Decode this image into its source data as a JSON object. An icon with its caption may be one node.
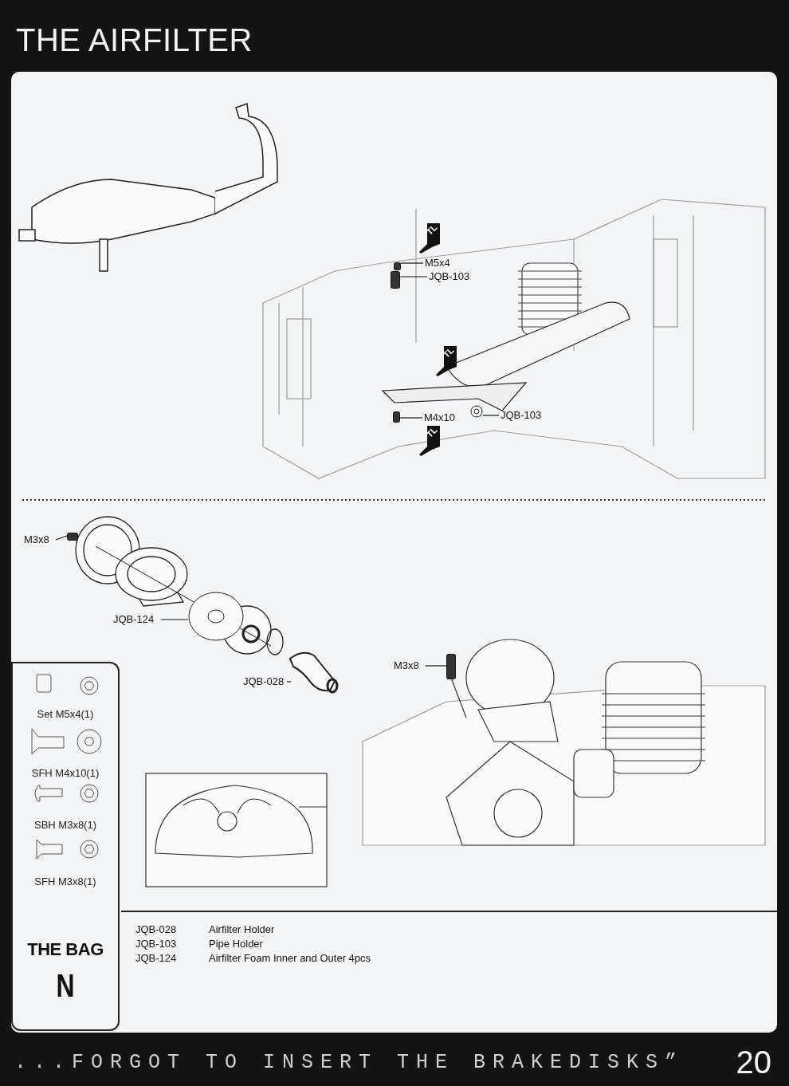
{
  "diagram": {
    "title": "THE AIRFILTER",
    "nodes": [
      {
        "text": [
          "M5x4"
        ]
      },
      {
        "text": [
          "JQB-103"
        ]
      },
      {
        "text": [
          "M4x10"
        ]
      },
      {
        "text": [
          "JQB-103"
        ]
      },
      {
        "text": [
          "M3x8"
        ]
      },
      {
        "text": [
          "JQB-124"
        ]
      },
      {
        "text": [
          "JQB-028"
        ]
      },
      {
        "text": [
          "M3x8"
        ]
      },
      {
        "text": [],
        "shape": "box"
      },
      {
        "text": [],
        "shape": "box"
      },
      {
        "text": [],
        "shape": "box"
      },
      {
        "text": [],
        "shape": "circle"
      },
      {
        "text": [],
        "shape": "box"
      },
      {
        "text": [],
        "shape": "picture"
      },
      {
        "text": [],
        "shape": "picture"
      },
      {
        "text": [],
        "shape": "box"
      },
      {
        "text": [
          "THE BAG",
          "N"
        ]
      }
    ],
    "edges": [
      {
        "from": 0,
        "to": 8,
        "arrow": "none"
      },
      {
        "from": 1,
        "to": 9,
        "arrow": "none"
      },
      {
        "from": 2,
        "to": 10,
        "arrow": "none"
      },
      {
        "from": 3,
        "to": 11,
        "arrow": "none"
      },
      {
        "from": 4,
        "to": 12,
        "arrow": "none"
      },
      {
        "from": 5,
        "to": 13,
        "arrow": "none"
      },
      {
        "from": 6,
        "to": 14,
        "arrow": "none"
      },
      {
        "from": 7,
        "to": 15,
        "arrow": "none"
      }
    ],
    "labels": [
      "Set M5x4(1)",
      "SFH M4x10(1)",
      "SBH M3x8(1)",
      "SFH M3x8(1)",
      "JQB-028",
      "Airfilter Holder",
      "JQB-103",
      "Pipe Holder",
      "JQB-124",
      "Airfilter Foam Inner and Outer 4pcs",
      "...FORGOT TO INSERT THE BRAKEDISKS”",
      "20",
      "TL",
      "TL",
      "TL"
    ]
  }
}
